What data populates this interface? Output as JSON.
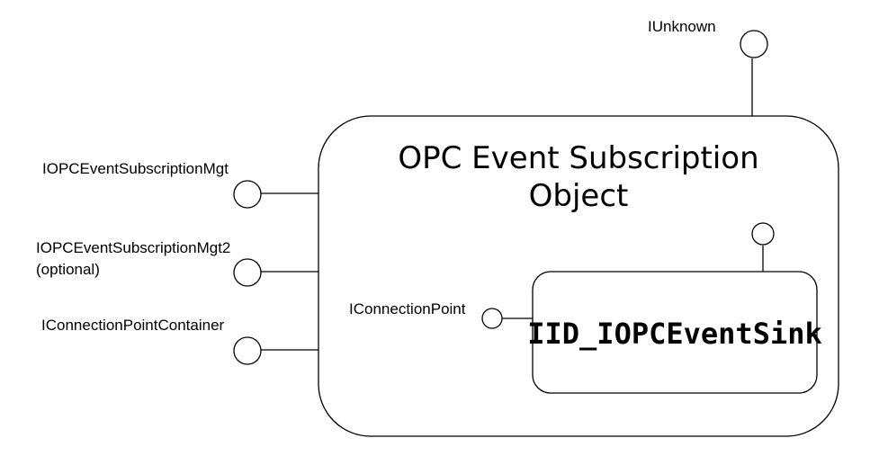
{
  "diagram": {
    "object_title_line1": "OPC Event Subscription",
    "object_title_line2": "Object",
    "inner_object_title": "IID_IOPCEventSink",
    "interfaces": {
      "iunknown": "IUnknown",
      "subscription_mgt": "IOPCEventSubscriptionMgt",
      "subscription_mgt2": "IOPCEventSubscriptionMgt2",
      "subscription_mgt2_note": "(optional)",
      "connection_point_container": "IConnectionPointContainer",
      "connection_point": "IConnectionPoint"
    }
  }
}
